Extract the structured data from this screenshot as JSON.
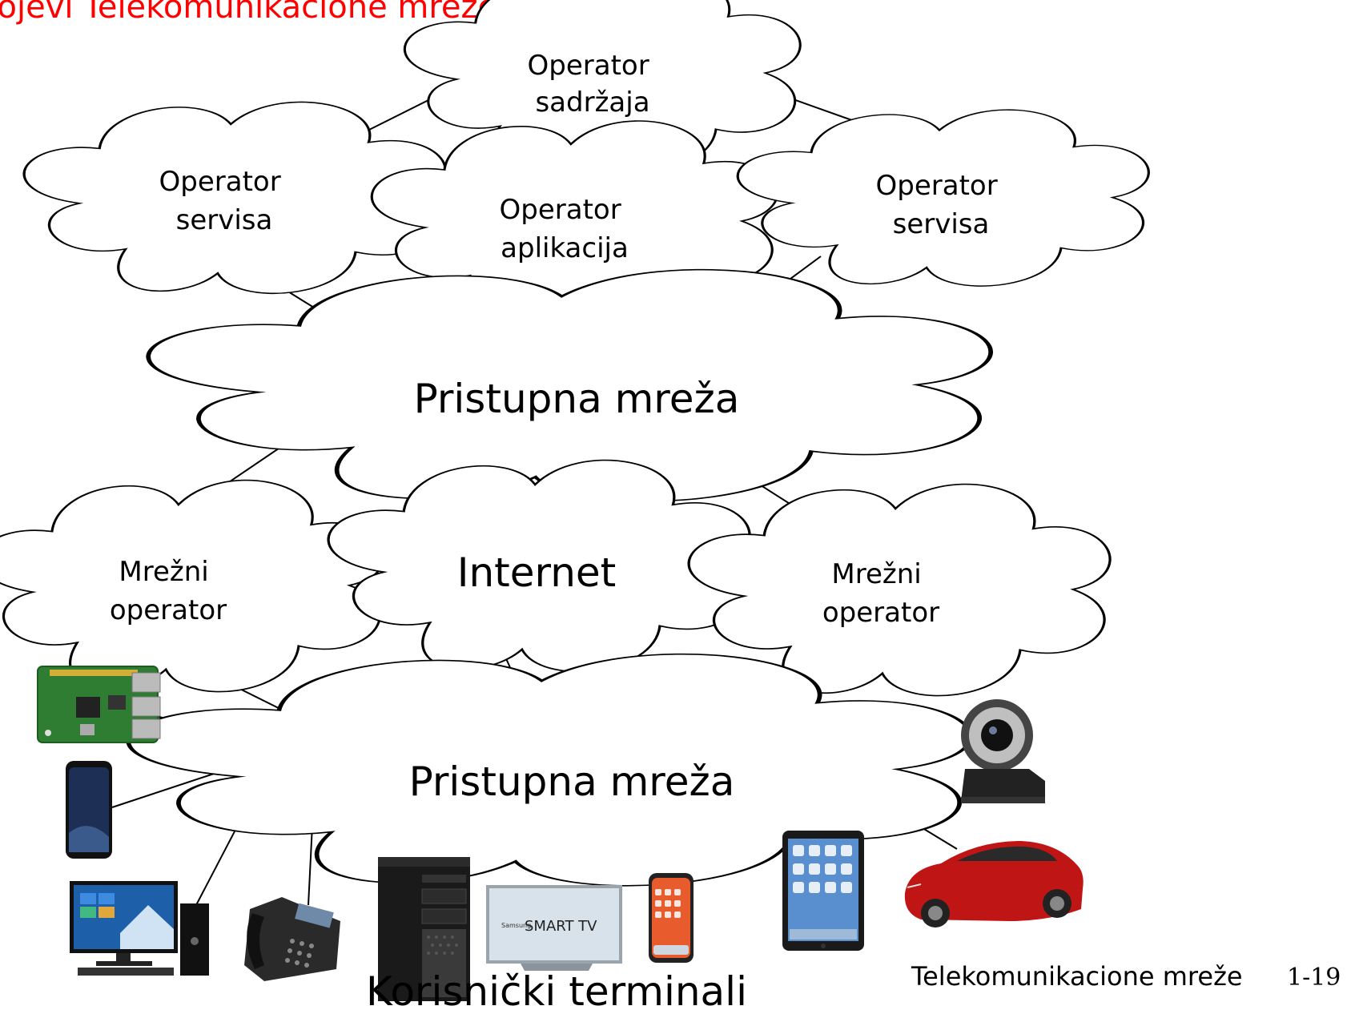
{
  "slide_title": "Slojevi Telekomunikacione mreže",
  "clouds": {
    "content_operator": [
      "Operator",
      "sadržaja"
    ],
    "service_operator_left": [
      "Operator",
      "servisa"
    ],
    "application_operator": [
      "Operator",
      "aplikacija"
    ],
    "service_operator_right": [
      "Operator",
      "servisa"
    ],
    "access_network_top": [
      "Pristupna mreža"
    ],
    "network_operator_left": [
      "Mrežni",
      "operator"
    ],
    "internet": [
      "Internet"
    ],
    "network_operator_right": [
      "Mrežni",
      "operator"
    ],
    "access_network_bottom": [
      "Pristupna mreža"
    ]
  },
  "terminals_label": "Korisnički terminali",
  "footer": {
    "course": "Telekomunikacione mreže",
    "page": "1-19"
  },
  "devices": [
    "circuit-board",
    "smartphone",
    "desktop-computer",
    "ip-phone",
    "server-tower",
    "smart-tv",
    "iphone",
    "tablet",
    "webcam",
    "electric-car"
  ],
  "device_texts": {
    "smart_tv_brand": "Samsung",
    "smart_tv_logo": "SMART TV"
  }
}
